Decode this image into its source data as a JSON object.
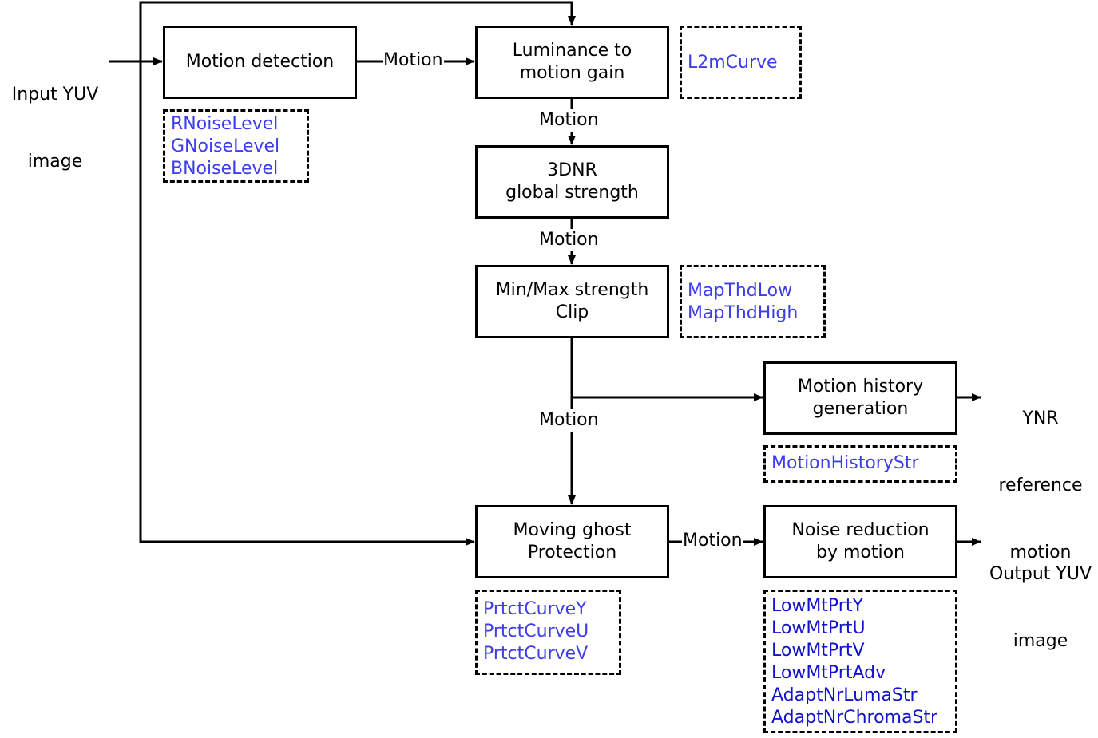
{
  "input_label": [
    "Input YUV",
    "image"
  ],
  "blocks": {
    "motion_detection": [
      "Motion detection"
    ],
    "luminance_gain": [
      "Luminance to",
      "motion gain"
    ],
    "global_strength": [
      "3DNR",
      "global strength"
    ],
    "strength_clip": [
      "Min/Max strength",
      "Clip"
    ],
    "motion_history": [
      "Motion history",
      "generation"
    ],
    "ghost_protection": [
      "Moving ghost",
      "Protection"
    ],
    "noise_reduction": [
      "Noise reduction",
      "by motion"
    ]
  },
  "params": {
    "motion_detection": [
      "RNoiseLevel",
      "GNoiseLevel",
      "BNoiseLevel"
    ],
    "luminance_gain": [
      "L2mCurve"
    ],
    "strength_clip": [
      "MapThdLow",
      "MapThdHigh"
    ],
    "motion_history": [
      "MotionHistoryStr"
    ],
    "ghost_protection": [
      "PrtctCurveY",
      "PrtctCurveU",
      "PrtctCurveV"
    ],
    "noise_reduction": [
      "LowMtPrtY",
      "LowMtPrtU",
      "LowMtPrtV",
      "LowMtPrtAdv",
      "AdaptNrLumaStr",
      "AdaptNrChromaStr"
    ]
  },
  "edge_labels": {
    "detection_to_gain": "Motion",
    "gain_to_global": "Motion",
    "global_to_clip": "Motion",
    "clip_to_ghost": "Motion",
    "ghost_to_nr": "Motion"
  },
  "outputs": {
    "ynr_reference": [
      "YNR",
      "reference",
      "motion"
    ],
    "output_image": [
      "Output YUV",
      "image"
    ]
  },
  "colors": {
    "block_border": "#000000",
    "param_text": "#3d3ded",
    "param_text_dark": "#1212cc",
    "line": "#000000"
  }
}
